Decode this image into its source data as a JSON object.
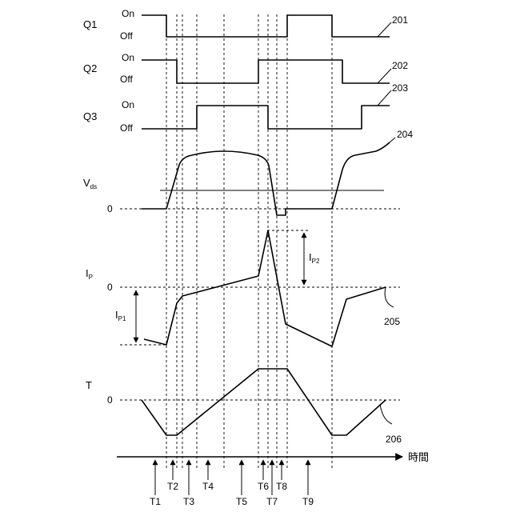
{
  "signals": {
    "q1": "Q1",
    "q2": "Q2",
    "q3": "Q3",
    "vds_main": "V",
    "vds_sub": "ds",
    "ip_main": "I",
    "ip_sub": "P",
    "t": "T"
  },
  "states": {
    "on": "On",
    "off": "Off"
  },
  "zero": "0",
  "refs": {
    "r201": "201",
    "r202": "202",
    "r203": "203",
    "r204": "204",
    "r205": "205",
    "r206": "206"
  },
  "amplitudes": {
    "ip1_main": "I",
    "ip1_sub": "P1",
    "ip2_main": "I",
    "ip2_sub": "P2"
  },
  "time_axis": {
    "label": "時間"
  },
  "times": {
    "t1": "T1",
    "t2": "T2",
    "t3": "T3",
    "t4": "T4",
    "t5": "T5",
    "t6": "T6",
    "t7": "T7",
    "t8": "T8",
    "t9": "T9"
  }
}
